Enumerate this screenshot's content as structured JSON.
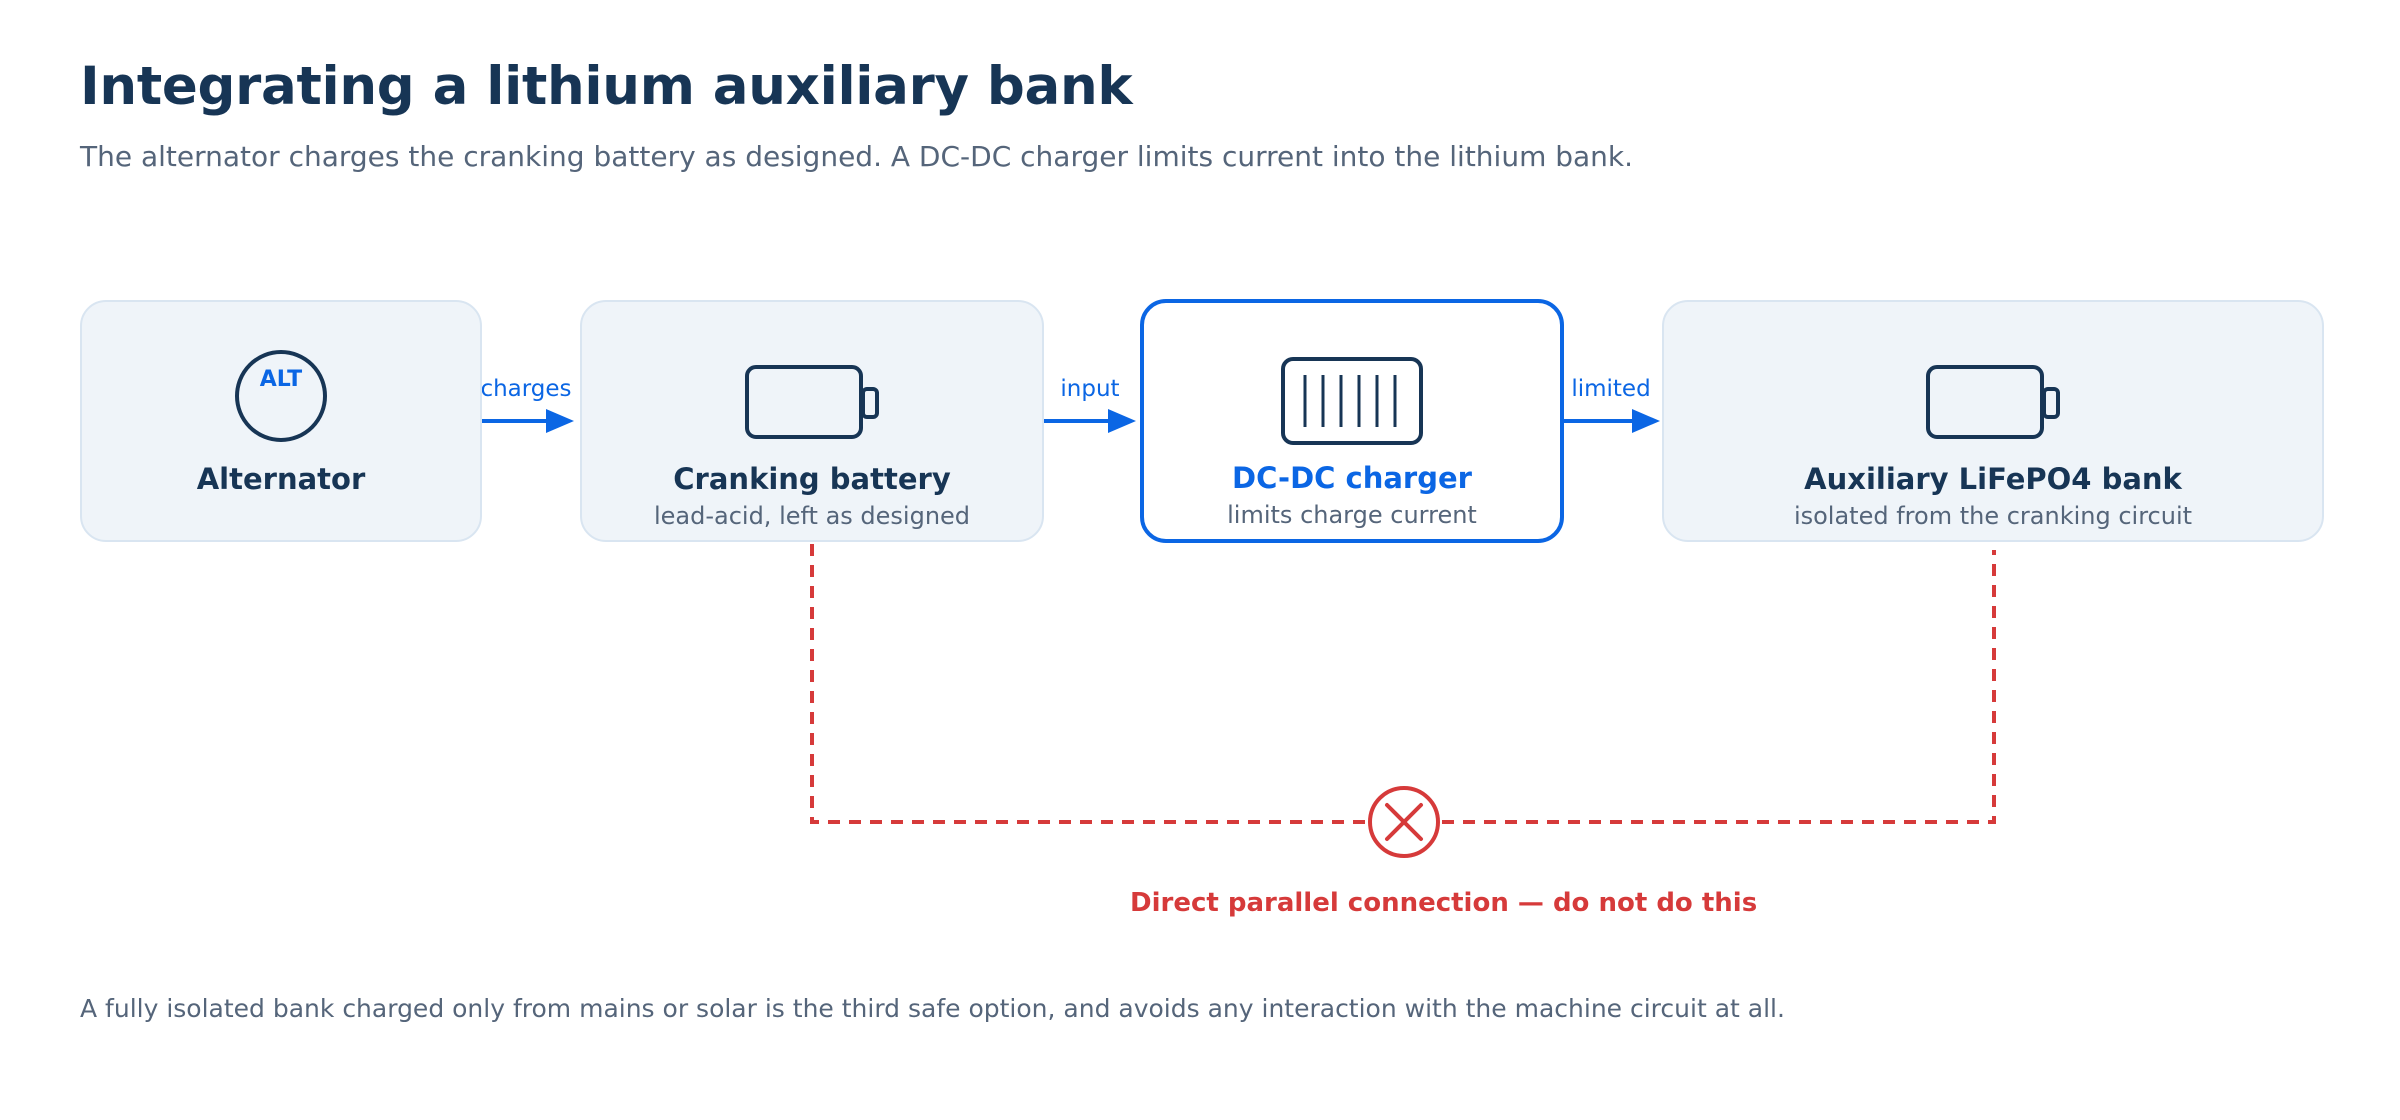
{
  "title": "Integrating a lithium auxiliary bank",
  "subtitle": "The alternator charges the cranking battery as designed. A DC-DC charger limits current into the lithium bank.",
  "nodes": [
    {
      "name": "Alternator",
      "description": "",
      "icon": "alternator-icon",
      "icon_text": "ALT"
    },
    {
      "name": "Cranking battery",
      "description": "lead-acid, left as designed",
      "icon": "battery-icon"
    },
    {
      "name": "DC-DC charger",
      "description": "limits charge current",
      "icon": "charger-icon",
      "highlighted": true
    },
    {
      "name": "Auxiliary LiFePO4 bank",
      "description": "isolated from the cranking circuit",
      "icon": "battery-icon"
    }
  ],
  "connections": [
    {
      "from": "Alternator",
      "to": "Cranking battery",
      "label": "charges"
    },
    {
      "from": "Cranking battery",
      "to": "DC-DC charger",
      "label": "input"
    },
    {
      "from": "DC-DC charger",
      "to": "Auxiliary LiFePO4 bank",
      "label": "limited"
    }
  ],
  "warning": {
    "label": "Direct parallel connection — do not do this",
    "from": "Cranking battery",
    "to": "Auxiliary LiFePO4 bank",
    "icon": "x-circle-icon"
  },
  "note": "A fully isolated bank charged only from mains or solar is the third safe option, and avoids any interaction with the machine circuit at all.",
  "colors": {
    "accent": "#0b66e4",
    "warning": "#d63a3a",
    "heading": "#173555",
    "muted": "#55657a",
    "box_fill": "#eff4f9",
    "box_border": "#d9e5f1"
  }
}
